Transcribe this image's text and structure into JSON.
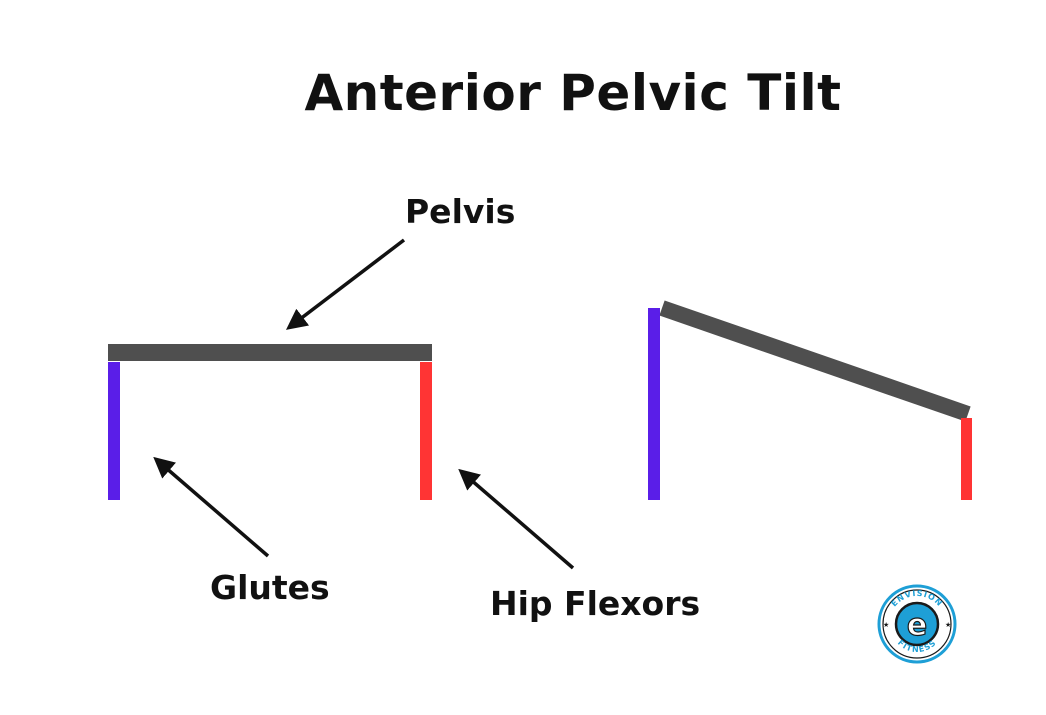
{
  "title": "Anterior Pelvic Tilt",
  "labels": {
    "pelvis": "Pelvis",
    "glutes": "Glutes",
    "hip_flexors": "Hip Flexors"
  },
  "colors": {
    "pelvis_bar": "#4f4f4f",
    "glutes": "#5a1ee8",
    "hip_flexors": "#ff3434",
    "arrow": "#111111",
    "logo_ring": "#1e9fd6"
  },
  "logo": {
    "top_text": "ENVISION",
    "bottom_text": "FITNESS",
    "mark": "e"
  }
}
